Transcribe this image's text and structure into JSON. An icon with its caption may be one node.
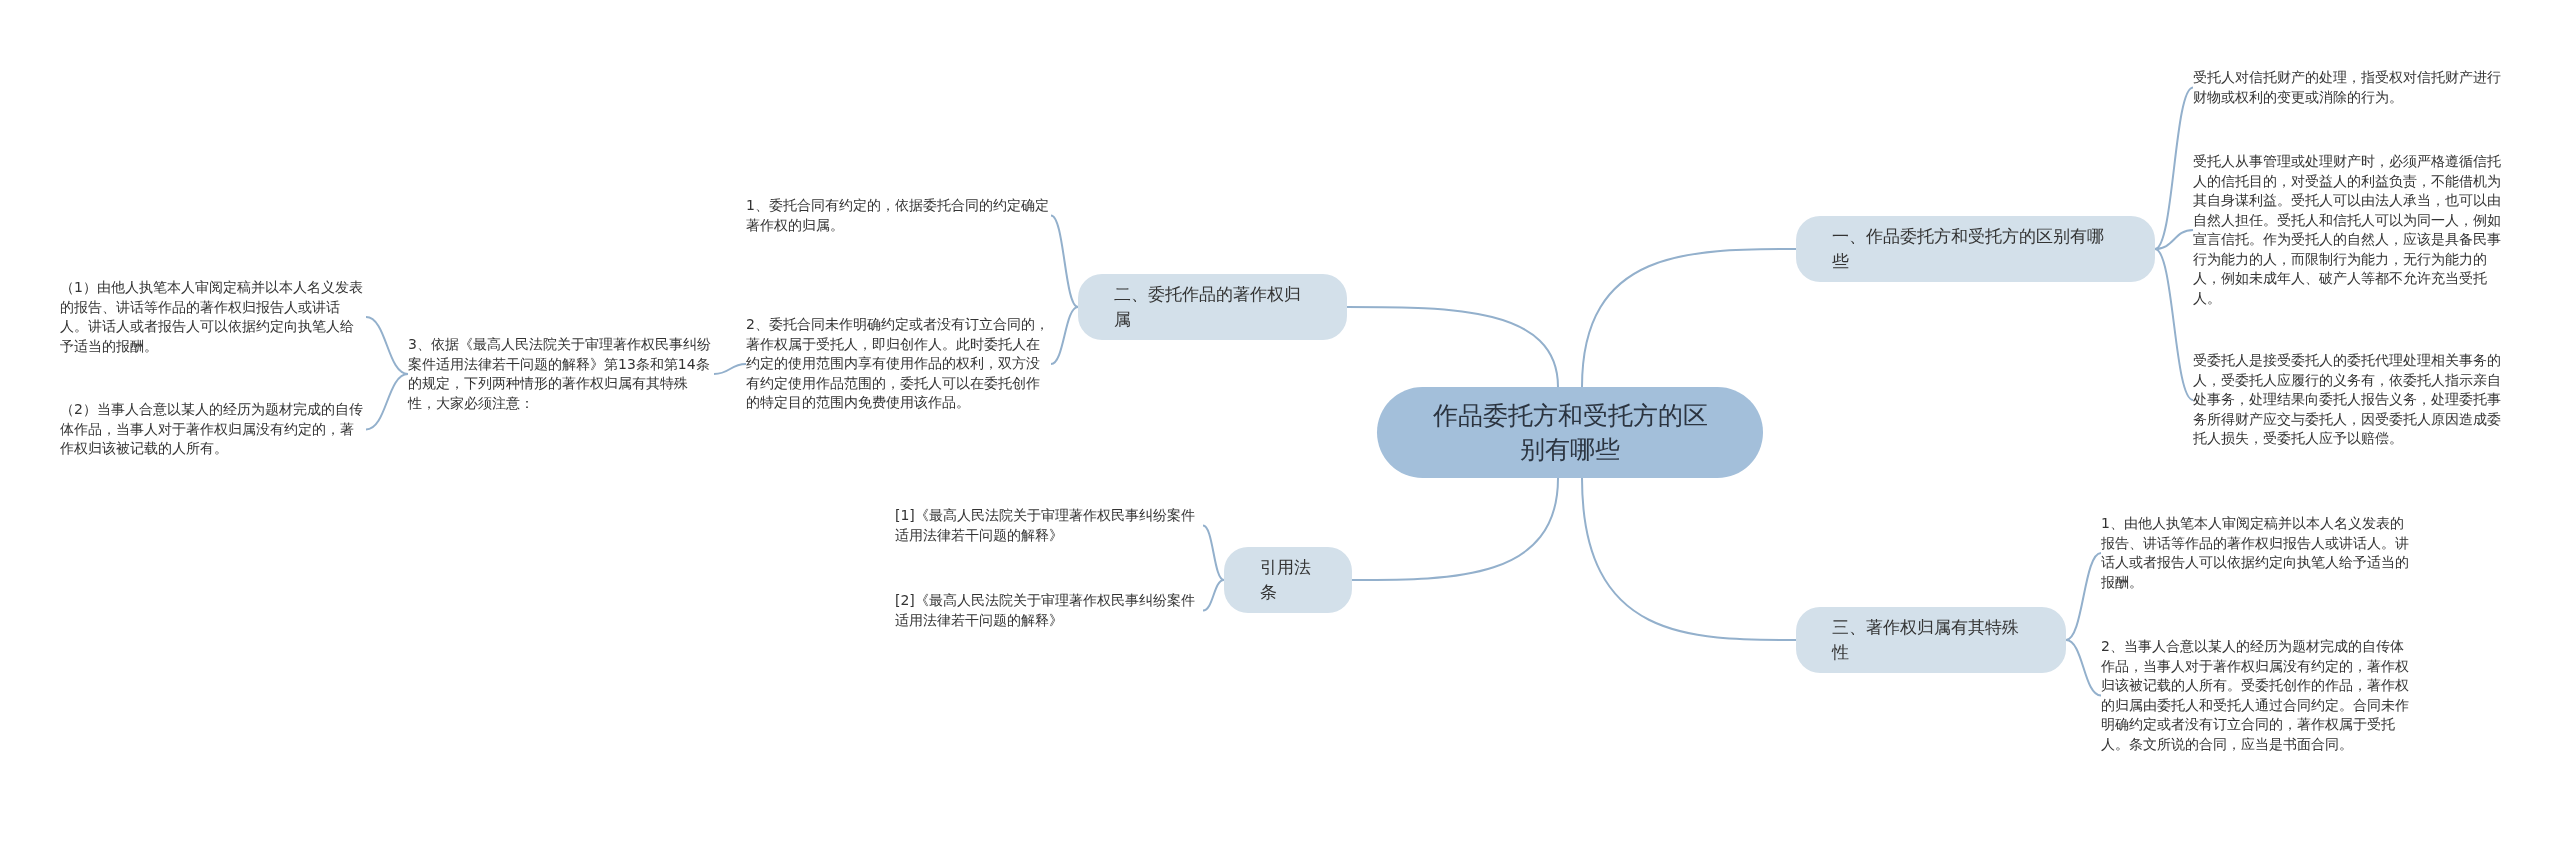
{
  "diagram": {
    "nodes": [
      {
        "text": [
          "作品委托方和受托方的区别有哪些"
        ]
      },
      {
        "text": [
          "一、作品委托方和受托方的区别有哪些"
        ]
      },
      {
        "text": [
          "受托人对信托财产的处理，指受权对信托财产进行财物或权利的变更或消除的行为。"
        ]
      },
      {
        "text": [
          "受托人从事管理或处理财产时，必须严格遵循信托人的信托目的，对受益人的利益负责，不能借机为其自身谋利益。受托人可以由法人承当，也可以由自然人担任。受托人和信托人可以为同一人，例如宣言信托。作为受托人的自然人，应该是具备民事行为能力的人，而限制行为能力，无行为能力的人，例如未成年人、破产人等都不允许充当受托人。"
        ]
      },
      {
        "text": [
          "受委托人是接受委托人的委托代理处理相关事务的人，受委托人应履行的义务有，依委托人指示亲自处事务，处理结果向委托人报告义务，处理委托事务所得财产应交与委托人，因受委托人原因造成委托人损失，受委托人应予以赔偿。"
        ]
      },
      {
        "text": [
          "三、著作权归属有其特殊性"
        ]
      },
      {
        "text": [
          "1、由他人执笔本人审阅定稿并以本人名义发表的报告、讲话等作品的著作权归报告人或讲话人。讲话人或者报告人可以依据约定向执笔人给予适当的报酬。"
        ]
      },
      {
        "text": [
          "2、当事人合意以某人的经历为题材完成的自传体作品，当事人对于著作权归属没有约定的，著作权归该被记载的人所有。受委托创作的作品，著作权的归属由委托人和受托人通过合同约定。合同未作明确约定或者没有订立合同的，著作权属于受托人。条文所说的合同，应当是书面合同。"
        ]
      },
      {
        "text": [
          "二、委托作品的著作权归属"
        ]
      },
      {
        "text": [
          "1、委托合同有约定的，依据委托合同的约定确定著作权的归属。"
        ]
      },
      {
        "text": [
          "2、委托合同未作明确约定或者没有订立合同的，著作权属于受托人，即归创作人。此时委托人在约定的使用范围内享有使用作品的权利，双方没有约定使用作品范围的，委托人可以在委托创作的特定目的范围内免费使用该作品。"
        ]
      },
      {
        "text": [
          "3、依据《最高人民法院关于审理著作权民事纠纷案件适用法律若干问题的解释》第13条和第14条的规定，下列两种情形的著作权归属有其特殊性，大家必须注意："
        ]
      },
      {
        "text": [
          "（1）由他人执笔本人审阅定稿并以本人名义发表的报告、讲话等作品的著作权归报告人或讲话人。讲话人或者报告人可以依据约定向执笔人给予适当的报酬。"
        ]
      },
      {
        "text": [
          "（2）当事人合意以某人的经历为题材完成的自传体作品，当事人对于著作权归属没有约定的，著作权归该被记载的人所有。"
        ]
      },
      {
        "text": [
          "引用法条"
        ]
      },
      {
        "text": [
          "[1]《最高人民法院关于审理著作权民事纠纷案件适用法律若干问题的解释》"
        ]
      },
      {
        "text": [
          "[2]《最高人民法院关于审理著作权民事纠纷案件适用法律若干问题的解释》"
        ]
      }
    ],
    "edges": [
      {
        "from": 0,
        "to": 1,
        "arrow": "none"
      },
      {
        "from": 1,
        "to": 2,
        "arrow": "none"
      },
      {
        "from": 1,
        "to": 3,
        "arrow": "none"
      },
      {
        "from": 1,
        "to": 4,
        "arrow": "none"
      },
      {
        "from": 0,
        "to": 5,
        "arrow": "none"
      },
      {
        "from": 5,
        "to": 6,
        "arrow": "none"
      },
      {
        "from": 5,
        "to": 7,
        "arrow": "none"
      },
      {
        "from": 0,
        "to": 8,
        "arrow": "none"
      },
      {
        "from": 8,
        "to": 9,
        "arrow": "none"
      },
      {
        "from": 8,
        "to": 10,
        "arrow": "none"
      },
      {
        "from": 10,
        "to": 11,
        "arrow": "none"
      },
      {
        "from": 11,
        "to": 12,
        "arrow": "none"
      },
      {
        "from": 11,
        "to": 13,
        "arrow": "none"
      },
      {
        "from": 0,
        "to": 14,
        "arrow": "none"
      },
      {
        "from": 14,
        "to": 15,
        "arrow": "none"
      },
      {
        "from": 14,
        "to": 16,
        "arrow": "none"
      }
    ]
  }
}
